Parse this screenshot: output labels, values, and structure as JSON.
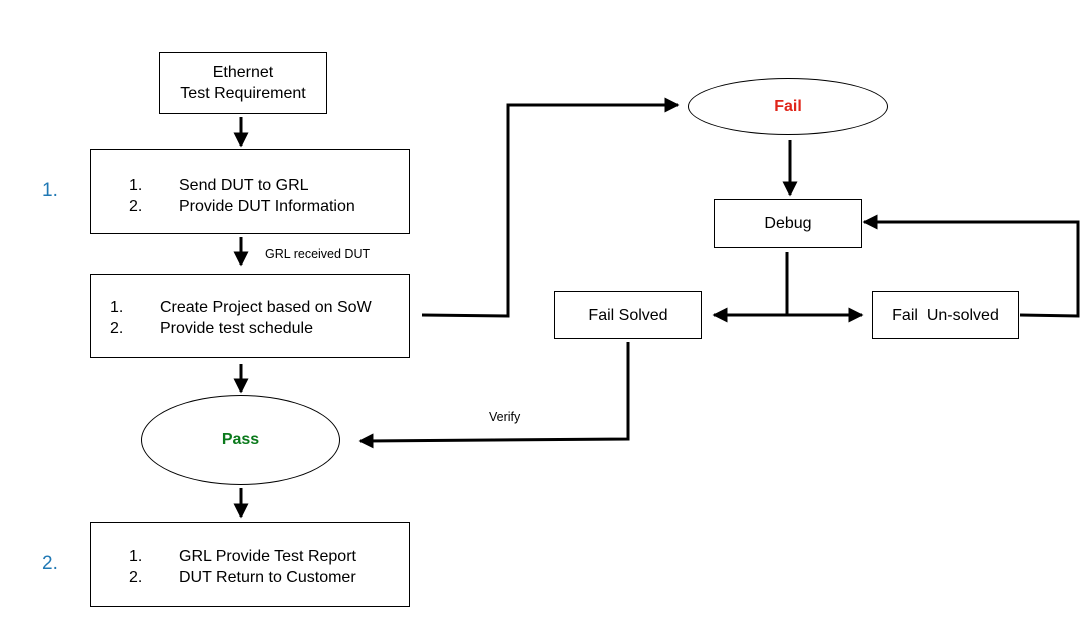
{
  "colors": {
    "accent_blue": "#1f78b4",
    "fail_red": "#e0251a",
    "pass_green": "#0b7a1c"
  },
  "start": {
    "line1": "Ethernet",
    "line2": "Test Requirement"
  },
  "step1": {
    "side_number": "1.",
    "items": [
      {
        "num": "1.",
        "text": "Send DUT to GRL"
      },
      {
        "num": "2.",
        "text": "Provide DUT Information"
      }
    ]
  },
  "received_label": "GRL received DUT",
  "project": {
    "items": [
      {
        "num": "1.",
        "text": "Create Project based on SoW"
      },
      {
        "num": "2.",
        "text": "Provide test schedule"
      }
    ]
  },
  "pass": {
    "label": "Pass"
  },
  "fail": {
    "label": "Fail"
  },
  "debug": {
    "label": "Debug"
  },
  "fail_solved": {
    "label": "Fail Solved"
  },
  "fail_unsolved": {
    "label": "Fail  Un-solved"
  },
  "verify_label": "Verify",
  "step2": {
    "side_number": "2.",
    "items": [
      {
        "num": "1.",
        "text": "GRL Provide Test Report"
      },
      {
        "num": "2.",
        "text": "DUT Return to Customer"
      }
    ]
  }
}
